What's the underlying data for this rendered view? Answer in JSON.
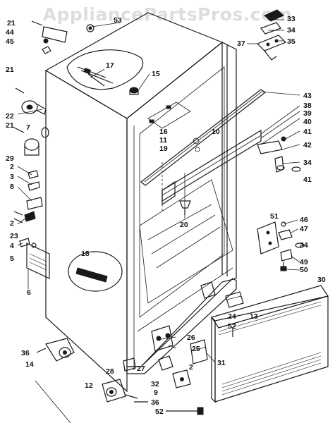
{
  "watermark": "AppliancePartsPros.com",
  "labels": {
    "l53": "53",
    "l21a": "21",
    "l44": "44",
    "l45": "45",
    "l33": "33",
    "l34a": "34",
    "l35": "35",
    "l37": "37",
    "l17": "17",
    "l15": "15",
    "l21b": "21",
    "l22": "22",
    "l21c": "21",
    "l7": "7",
    "l43": "43",
    "l38": "38",
    "l39": "39",
    "l40": "40",
    "l16": "16",
    "l11": "11",
    "l19": "19",
    "l10": "10",
    "l41a": "41",
    "l42": "42",
    "l34b": "34",
    "l41b": "41",
    "l29": "29",
    "l2a": "2",
    "l3": "3",
    "l8": "8",
    "l2b": "2",
    "l23": "23",
    "l4": "4",
    "l5": "5",
    "l20": "20",
    "l51": "51",
    "l46": "46",
    "l47": "47",
    "l34c": "34",
    "l49": "49",
    "l50": "50",
    "l18": "18",
    "l6": "6",
    "l30": "30",
    "l24": "24",
    "l13": "13",
    "l52a": "52",
    "l26": "26",
    "l25": "25",
    "l31": "31",
    "l36a": "36",
    "l14": "14",
    "l28": "28",
    "l27": "27",
    "l2c": "2",
    "l12": "12",
    "l32": "32",
    "l9": "9",
    "l36b": "36",
    "l52b": "52"
  }
}
